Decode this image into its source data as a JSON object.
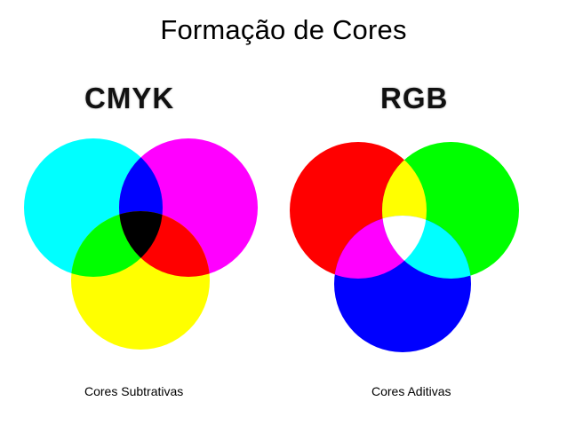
{
  "page": {
    "title": "Formação de Cores"
  },
  "cmyk": {
    "label": "CMYK",
    "caption": "Cores Subtrativas",
    "colors": {
      "cyan": "#00ffff",
      "magenta": "#ff00ff",
      "yellow": "#ffff00",
      "cyan_magenta": "#0000ff",
      "magenta_yellow": "#ff0000",
      "cyan_yellow": "#00ff00",
      "center": "#000000"
    }
  },
  "rgb": {
    "label": "RGB",
    "caption": "Cores Aditivas",
    "colors": {
      "red": "#ff0000",
      "green": "#00ff00",
      "blue": "#0000ff",
      "red_green": "#ffff00",
      "red_blue": "#ff00ff",
      "green_blue": "#00ffff",
      "center": "#ffffff"
    }
  }
}
